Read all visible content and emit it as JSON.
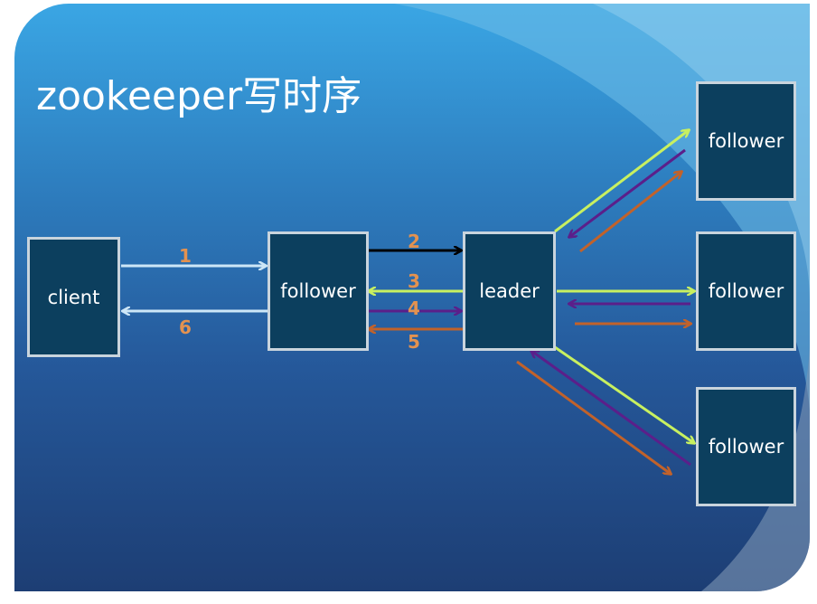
{
  "title": "zookeeper写时序",
  "nodes": {
    "client": "client",
    "follower_mid": "follower",
    "leader": "leader",
    "follower_top": "follower",
    "follower_right": "follower",
    "follower_bottom": "follower"
  },
  "steps": [
    "1",
    "6",
    "2",
    "3",
    "4",
    "5"
  ],
  "colors": {
    "request": "#cde6f7",
    "forward": "#000000",
    "proposal": "#c8f060",
    "ack": "#5b1f8a",
    "commit": "#c2622a",
    "step_label": "#e39250",
    "node_fill": "#0c3f5e"
  }
}
